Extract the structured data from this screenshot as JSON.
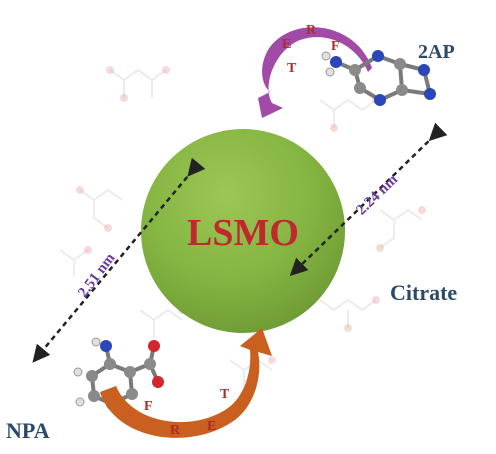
{
  "center_label": "LSMO",
  "labels": {
    "top_right_molecule": "2AP",
    "bottom_left_molecule": "NPA",
    "ligand": "Citrate"
  },
  "distances": {
    "left": "2.51 nm",
    "right": "2.24 nm"
  },
  "fret_top_letters": [
    "T",
    "E",
    "R",
    "F"
  ],
  "fret_bottom_letters": [
    "F",
    "R",
    "E",
    "T"
  ],
  "colors": {
    "sphere": "#84b441",
    "center_text": "#c0282d",
    "label_text": "#2b4a6a",
    "distance_text": "#6a3aa0",
    "fret_text": "#b02a2a",
    "top_arrow": "#a24aa8",
    "bottom_arrow": "#c9601f"
  }
}
